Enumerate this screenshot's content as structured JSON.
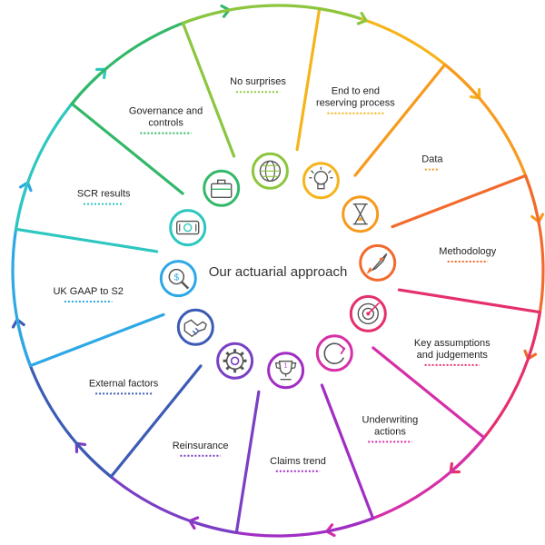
{
  "diagram": {
    "center_title": "Our actuarial approach",
    "segments": [
      {
        "label": [
          "End to end",
          "reserving process"
        ],
        "color": "#F5B41A",
        "icon": "lightbulb-icon"
      },
      {
        "label": [
          "Data"
        ],
        "color": "#F79A1E",
        "icon": "hourglass-icon"
      },
      {
        "label": [
          "Methodology"
        ],
        "color": "#F26A2C",
        "icon": "rocket-icon"
      },
      {
        "label": [
          "Key assumptions",
          "and judgements"
        ],
        "color": "#E5306B",
        "icon": "target-icon"
      },
      {
        "label": [
          "Underwriting",
          "actions"
        ],
        "color": "#D62FA8",
        "icon": "refresh-icon"
      },
      {
        "label": [
          "Claims trend"
        ],
        "color": "#A12EC4",
        "icon": "trophy-icon"
      },
      {
        "label": [
          "Reinsurance"
        ],
        "color": "#7A3FC4",
        "icon": "gear-icon"
      },
      {
        "label": [
          "External factors"
        ],
        "color": "#3C5BB5",
        "icon": "handshake-icon"
      },
      {
        "label": [
          "UK GAAP to S2"
        ],
        "color": "#2DA8E6",
        "icon": "money-search-icon"
      },
      {
        "label": [
          "SCR results"
        ],
        "color": "#2DC7C0",
        "icon": "cash-icon"
      },
      {
        "label": [
          "Governance and",
          "controls"
        ],
        "color": "#33B86A",
        "icon": "briefcase-icon"
      },
      {
        "label": [
          "No surprises"
        ],
        "color": "#8CC63F",
        "icon": "globe-icon"
      }
    ]
  }
}
